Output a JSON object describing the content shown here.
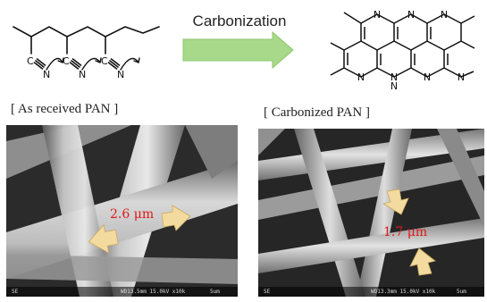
{
  "process_label": "Carbonization",
  "left_panel": {
    "caption": "[ As received PAN ]",
    "nitrile_atoms": [
      "C",
      "N",
      "C",
      "N",
      "C",
      "N"
    ],
    "sem": {
      "measurement": "2.6 μm",
      "detector": "SE",
      "info": "WD13.5mm 15.0kV x10k",
      "scale": "5um"
    }
  },
  "right_panel": {
    "caption": "[ Carbonized PAN ]",
    "ring_atoms": [
      "N",
      "N",
      "N",
      "N",
      "N",
      "N",
      "N",
      "N"
    ],
    "sem": {
      "measurement": "1.7 μm",
      "detector": "SE",
      "info": "WD13.3mm 15.0kV x10k",
      "scale": "5um"
    }
  },
  "colors": {
    "arrow_fill": "#a8d88a",
    "arrow_edge": "#8cc86c",
    "measure_text": "#e01818",
    "measure_arrow": "#f3dba0"
  }
}
